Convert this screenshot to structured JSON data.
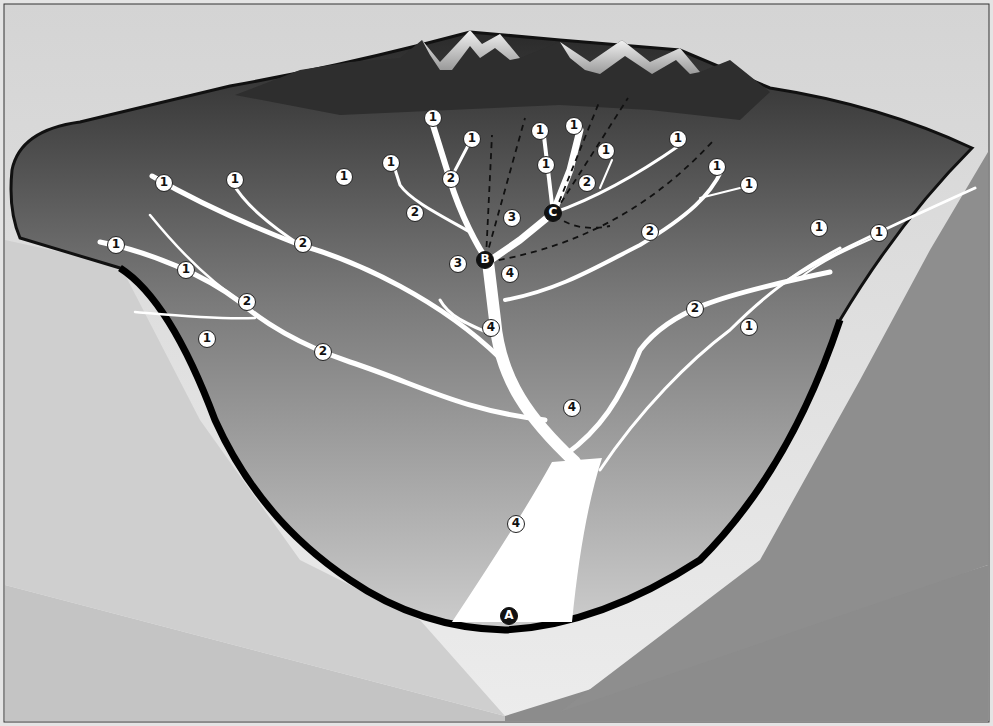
{
  "diagram": {
    "labels": [
      "1",
      "1",
      "1",
      "1",
      "1",
      "1",
      "1",
      "2",
      "1",
      "1",
      "1",
      "1",
      "2",
      "1",
      "1",
      "2",
      "3",
      "C",
      "2",
      "1",
      "2",
      "1",
      "1",
      "1",
      "3",
      "B",
      "4",
      "2",
      "1",
      "4",
      "2",
      "1",
      "2",
      "4",
      "4",
      "A"
    ]
  }
}
